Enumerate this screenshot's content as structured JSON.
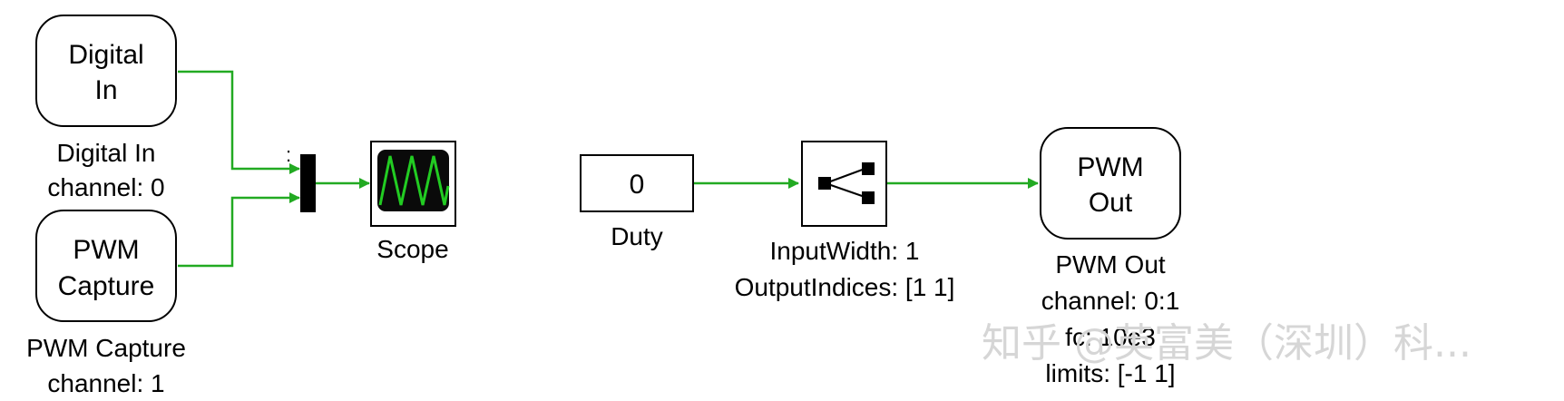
{
  "blocks": {
    "digital_in": {
      "name": "Digital\nIn",
      "caption_line1": "Digital In",
      "caption_line2": "channel: 0"
    },
    "pwm_capture": {
      "name": "PWM\nCapture",
      "caption_line1": "PWM Capture",
      "caption_line2": "channel: 1"
    },
    "scope": {
      "caption": "Scope"
    },
    "duty": {
      "value": "0",
      "caption": "Duty"
    },
    "selector": {
      "caption_line1": "InputWidth: 1",
      "caption_line2": "OutputIndices: [1 1]"
    },
    "pwm_out": {
      "name": "PWM\nOut",
      "caption_line1": "PWM Out",
      "caption_line2": "channel: 0:1",
      "caption_line3": "fc: 10e3",
      "caption_line4": "limits: [-1 1]"
    }
  },
  "mux_marker": ":",
  "watermark": "知乎 @英富美（深圳）科...",
  "colors": {
    "wire": "#22aa22",
    "block_border": "#000000",
    "scope_bg": "#0a0a0a",
    "scope_trace": "#22cc22",
    "watermark": "#d6d6d6"
  }
}
